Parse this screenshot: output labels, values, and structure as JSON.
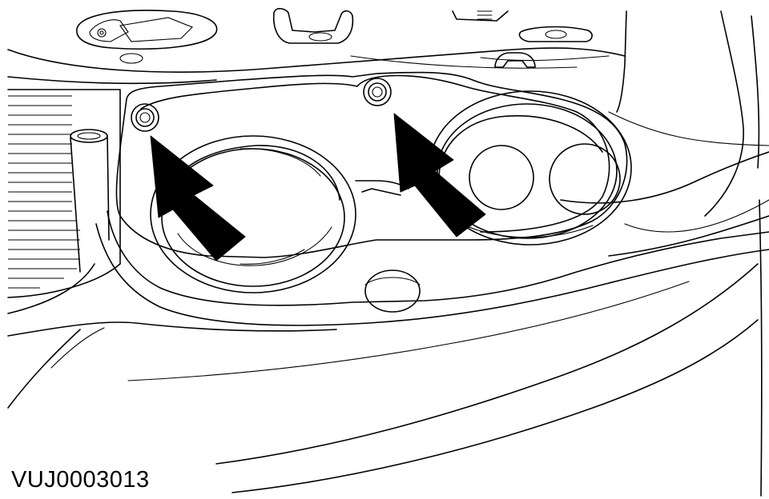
{
  "figure": {
    "id_label": "VUJ0003013"
  },
  "illustration": {
    "callouts": [
      {
        "name": "arrow-left-bolt",
        "target": "left-bolt-icon"
      },
      {
        "name": "arrow-right-bolt",
        "target": "right-bolt-icon"
      }
    ],
    "colors": {
      "line": "#000000",
      "background": "#ffffff"
    }
  }
}
